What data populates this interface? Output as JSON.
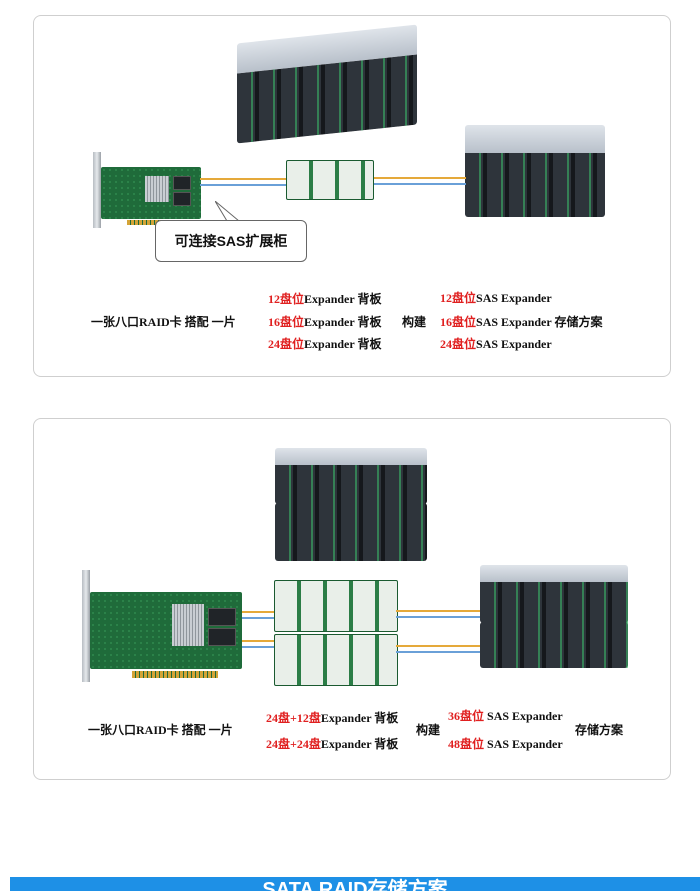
{
  "panel1": {
    "callout": "可连接SAS扩展柜",
    "left_text": "一张八口RAID卡  搭配  一片",
    "mid_text": "构建",
    "right_text": "存储方案",
    "backplanes": [
      {
        "num": "12盘位",
        "label": "Expander 背板"
      },
      {
        "num": "16盘位",
        "label": "Expander 背板"
      },
      {
        "num": "24盘位",
        "label": "Expander 背板"
      }
    ],
    "expanders": [
      {
        "num": "12盘位",
        "label": "SAS Expander"
      },
      {
        "num": "16盘位",
        "label": "SAS Expander"
      },
      {
        "num": "24盘位",
        "label": "SAS Expander"
      }
    ]
  },
  "panel2": {
    "left_text": "一张八口RAID卡  搭配  一片",
    "mid_text": "构建",
    "right_text": "存储方案",
    "backplanes": [
      {
        "num": "24盘+12盘",
        "label": "Expander 背板"
      },
      {
        "num": "24盘+24盘",
        "label": "Expander 背板"
      }
    ],
    "expanders": [
      {
        "num": "36盘位",
        "label": " SAS Expander"
      },
      {
        "num": "48盘位",
        "label": " SAS Expander"
      }
    ]
  },
  "banner": {
    "title": "SATA RAID存储方案"
  },
  "colors": {
    "highlight": "#e02020",
    "banner": "#1e90e6",
    "cable_orange": "#e5a93a",
    "cable_blue": "#6aa0d8"
  }
}
